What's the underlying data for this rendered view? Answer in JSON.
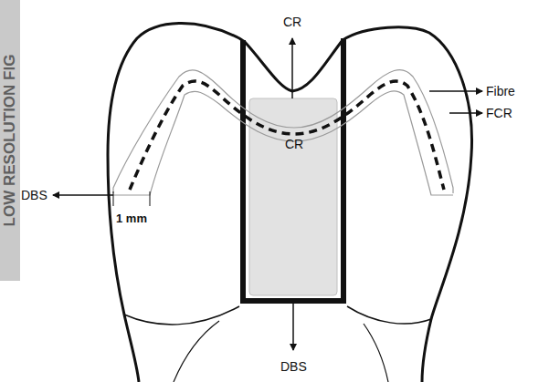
{
  "diagram": {
    "labels": [
      "LOW RESOLUTION FIG",
      "CR",
      "Fibre",
      "FCR",
      "DBS",
      "1 mm",
      "CR",
      "DBS"
    ]
  }
}
